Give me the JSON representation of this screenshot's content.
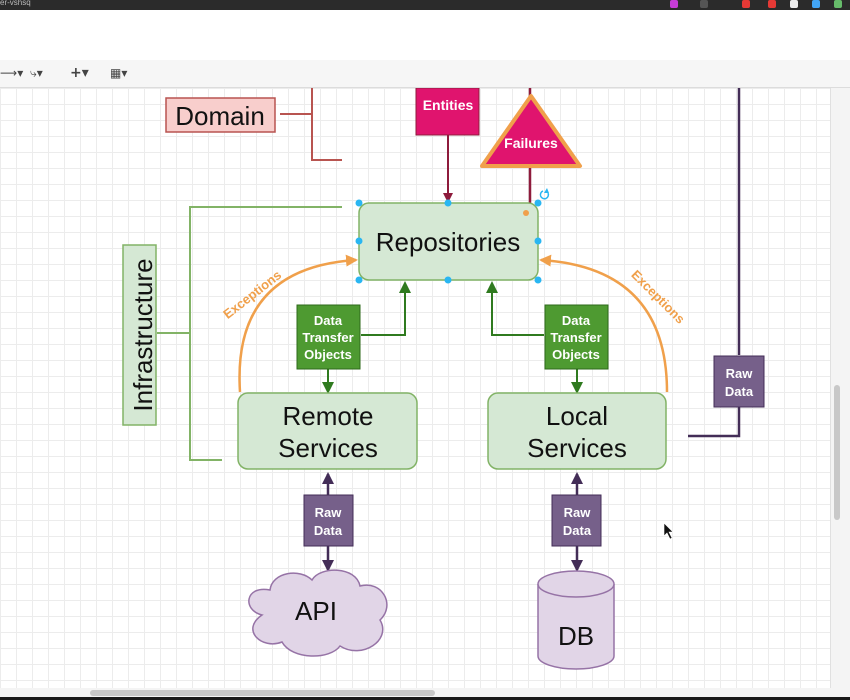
{
  "window": {
    "title": "er-vshsq"
  },
  "toolbar": {
    "add_glyph": "+"
  },
  "diagram": {
    "domain": "Domain",
    "entities": "Entities",
    "failures": "Failures",
    "repositories": "Repositories",
    "infrastructure": "Infrastructure",
    "exceptions_left": "Exceptions",
    "exceptions_right": "Exceptions",
    "dto_left": [
      "Data",
      "Transfer",
      "Objects"
    ],
    "dto_right": [
      "Data",
      "Transfer",
      "Objects"
    ],
    "remote_services": [
      "Remote",
      "Services"
    ],
    "local_services": [
      "Local",
      "Services"
    ],
    "raw_data_left": [
      "Raw",
      "Data"
    ],
    "raw_data_mid": [
      "Raw",
      "Data"
    ],
    "raw_data_right": [
      "Raw",
      "Data"
    ],
    "api": "API",
    "db": "DB"
  },
  "colors": {
    "green_fill": "#d5e8d4",
    "green_stroke": "#82b366",
    "dto_fill": "#4e9a31",
    "raw_fill": "#76608a",
    "raw_stroke": "#432d57",
    "pink_fill": "#e0146e",
    "orange": "#f0a04b",
    "domain_fill": "#f8cecc",
    "domain_stroke": "#b85450",
    "cloud_fill": "#e1d5e7",
    "dark_red": "#8e1b3c",
    "purple_line": "#432d57",
    "selection_blue": "#29b6f2"
  }
}
